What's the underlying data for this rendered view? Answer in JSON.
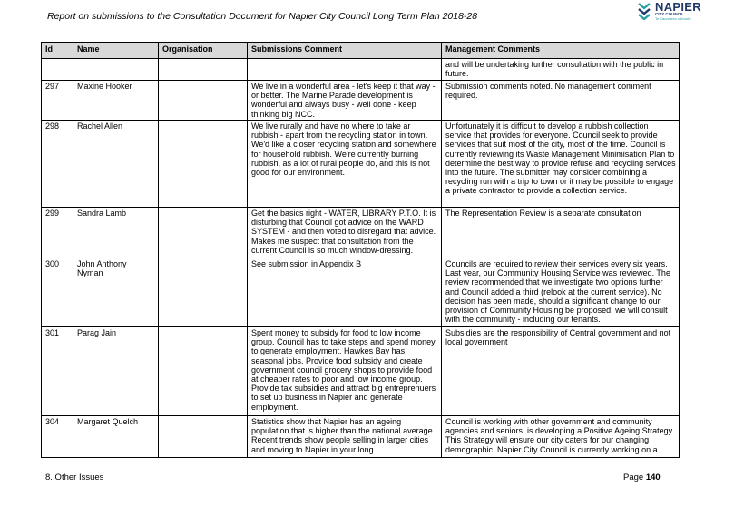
{
  "header": {
    "title": "Report on submissions to the Consultation Document for Napier City Council Long Term Plan 2018-28",
    "logo": {
      "name": "NAPIER",
      "sub": "CITY COUNCIL",
      "tagline": "Te Kaunihera o Ahuriri"
    }
  },
  "table": {
    "columns": [
      "Id",
      "Name",
      "Organisation",
      "Submissions Comment",
      "Management Comments"
    ],
    "rows": [
      {
        "id": "",
        "name": "",
        "organisation": "",
        "comment": "",
        "management": "and will be undertaking further consultation with the public in future."
      },
      {
        "id": "297",
        "name": "Maxine Hooker",
        "organisation": "",
        "comment": "We live in a wonderful area - let's keep it that way - or better. The Marine Parade development is wonderful and always busy - well done - keep thinking big NCC.",
        "management": "Submission comments noted. No management comment required."
      },
      {
        "id": "298",
        "name": "Rachel Allen",
        "organisation": "",
        "comment": "We live rurally and have no where to take ar rubbish - apart from the recycling station in town. We'd like a closer recycling station and somewhere for household rubbish.  We're currently burning rubbish, as a lot of rural people do, and this is not good for our environment.",
        "management": "Unfortunately it is difficult to develop a rubbish collection service that provides for everyone. Council seek to provide services that suit most of the city, most of the time. Council is currently reviewing its Waste Management Minimisation Plan to determine the best way to provide refuse and recycling services into the future. The submitter may consider combining a recycling run with a trip to town or it may be possible to engage a private contractor to provide a collection service."
      },
      {
        "id": "299",
        "name": "Sandra Lamb",
        "organisation": "",
        "comment": "Get the basics right - WATER, LIBRARY P.T.O. It is disturbing that Council got advice on the WARD SYSTEM - and then voted to disregard that advice. Makes me suspect that consultation from the current Council is so much window-dressing.",
        "management": "The Representation Review is a separate consultation"
      },
      {
        "id": "300",
        "name": "John Anthony Nyman",
        "organisation": "",
        "comment": " See submission in Appendix B",
        "management": "Councils are required to review their services every six years. Last year, our Community Housing Service was reviewed.  The review recommended that we investigate two options further and Council added a third (relook at the current service).  No decision has been made, should a significant change to our provision of Community Housing be proposed, we will consult with the community - including our tenants."
      },
      {
        "id": "301",
        "name": "Parag Jain",
        "organisation": "",
        "comment": "Spent money to subsidy for food to low income group.  Council has to take steps and spend money to generate employment. Hawkes Bay has seasonal jobs. Provide food subsidy and create government council grocery shops to provide food at cheaper rates to poor and low income group. Provide tax subsidies and attract big entreprenuers to set up business in Napier and generate employment.",
        "management": "Subsidies are the responsibility of Central government and not local government"
      },
      {
        "id": "304",
        "name": "Margaret Quelch",
        "organisation": "",
        "comment": "Statistics show that Napier has an ageing population that is higher than the national average. Recent trends show people selling in larger cities and moving to Napier in your long",
        "management": "Council is working with other government and community agencies and seniors, is developing a Positive Ageing Strategy. This Strategy will ensure our city caters for our changing demographic. Napier City Council is currently working on a"
      }
    ]
  },
  "footer": {
    "section": "8. Other Issues",
    "page_label": "Page",
    "page_number": "140"
  },
  "colors": {
    "header_bg": "#d9d9d9",
    "logo_blue": "#1f3a68",
    "logo_teal": "#2aa0a8"
  }
}
